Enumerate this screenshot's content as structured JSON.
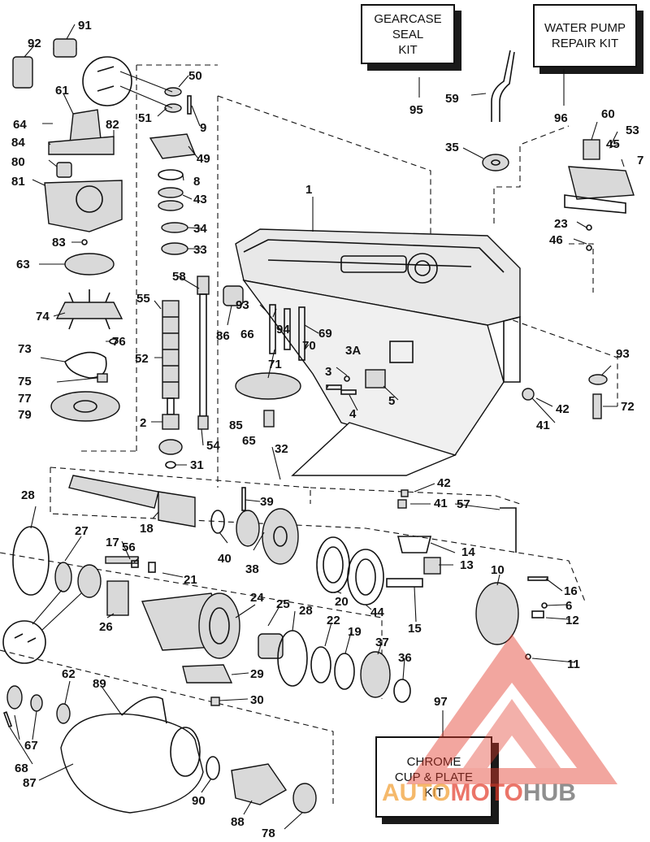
{
  "kits": {
    "gearcase_seal": "GEARCASE\nSEAL\nKIT",
    "water_pump": "WATER PUMP\nREPAIR KIT",
    "chrome_cup": "CHROME\nCUP & PLATE\nKIT"
  },
  "callouts": [
    "91",
    "92",
    "61",
    "64",
    "82",
    "84",
    "80",
    "81",
    "83",
    "63",
    "74",
    "55",
    "76",
    "73",
    "75",
    "77",
    "79",
    "50",
    "51",
    "9",
    "49",
    "8",
    "43",
    "34",
    "33",
    "58",
    "52",
    "2",
    "54",
    "31",
    "86",
    "93",
    "66",
    "94",
    "69",
    "70",
    "71",
    "3A",
    "3",
    "85",
    "65",
    "4",
    "5",
    "32",
    "1",
    "95",
    "59",
    "35",
    "96",
    "60",
    "53",
    "45",
    "7",
    "23",
    "46",
    "93",
    "42",
    "41",
    "72",
    "28",
    "18",
    "39",
    "40",
    "38",
    "27",
    "17",
    "56",
    "21",
    "24",
    "25",
    "26",
    "20",
    "44",
    "14",
    "13",
    "15",
    "10",
    "16",
    "6",
    "12",
    "11",
    "22",
    "19",
    "37",
    "36",
    "42",
    "41",
    "57",
    "28",
    "29",
    "30",
    "62",
    "89",
    "97",
    "67",
    "68",
    "87",
    "90",
    "88",
    "78"
  ],
  "watermark": {
    "part1": "AUTO",
    "part2": "MOTO",
    "part3": "HUB"
  },
  "colors": {
    "watermark_red": "#e23a2a",
    "watermark_orange": "#f2a23a",
    "watermark_grey": "#6a6a6a",
    "ink": "#111111"
  }
}
